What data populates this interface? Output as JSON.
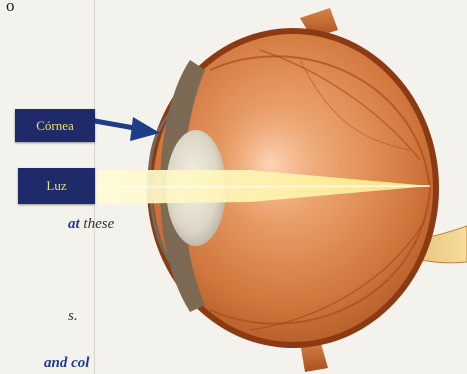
{
  "labels": {
    "cornea": "Córnea",
    "luz": "Luz"
  },
  "side_text": {
    "top_fragment": "o",
    "line1_blue": "at",
    "line1_rest": " these",
    "line2": "s.",
    "line3": "and col"
  },
  "colors": {
    "label_bg": "#1f2a6b",
    "label_text": "#e9e36a",
    "arrow": "#1f3c8a",
    "sclera": "#c9773f",
    "light_beam": "#fff6b0"
  }
}
